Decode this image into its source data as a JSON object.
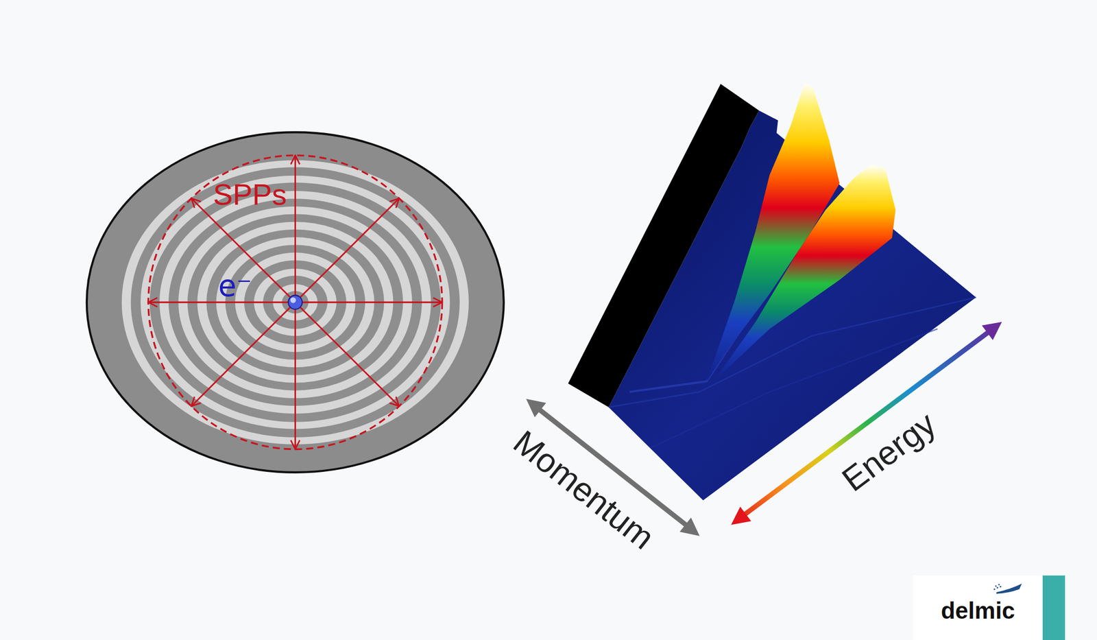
{
  "diagram": {
    "nodes": [
      {
        "text": [
          "delmic"
        ]
      }
    ],
    "labels": [
      "SPPs",
      "e⁻",
      "Momentum",
      "Energy"
    ]
  }
}
